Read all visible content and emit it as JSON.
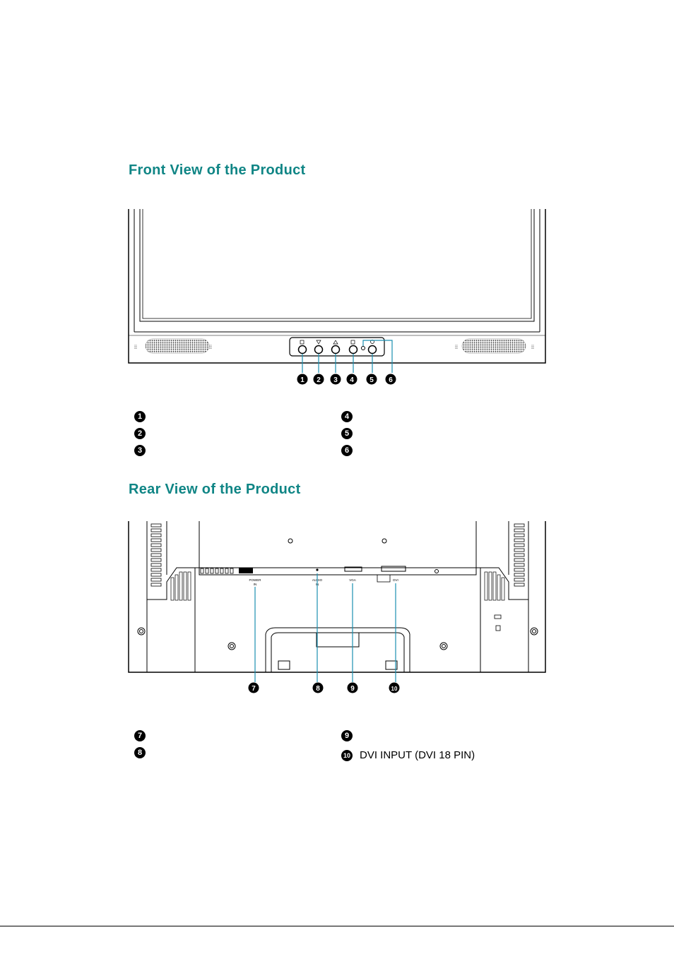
{
  "front_view": {
    "heading": "Front View of the Product",
    "callouts": [
      "1",
      "2",
      "3",
      "4",
      "5",
      "6"
    ],
    "legend": [
      {
        "num": "1",
        "text": ""
      },
      {
        "num": "2",
        "text": ""
      },
      {
        "num": "3",
        "text": ""
      },
      {
        "num": "4",
        "text": ""
      },
      {
        "num": "5",
        "text": ""
      },
      {
        "num": "6",
        "text": ""
      }
    ]
  },
  "rear_view": {
    "heading": "Rear View of the Product",
    "port_labels": {
      "power_1": "POWER",
      "power_2": "IN",
      "audio_1": "AUDIO",
      "audio_2": "IN",
      "vga": "VGA",
      "dvi": "DVI"
    },
    "callouts": [
      "7",
      "8",
      "9",
      "10"
    ],
    "legend": [
      {
        "num": "7",
        "text": ""
      },
      {
        "num": "8",
        "text": ""
      },
      {
        "num": "9",
        "text": ""
      },
      {
        "num": "10",
        "text": "DVI INPUT (DVI  18 PIN)"
      }
    ]
  }
}
